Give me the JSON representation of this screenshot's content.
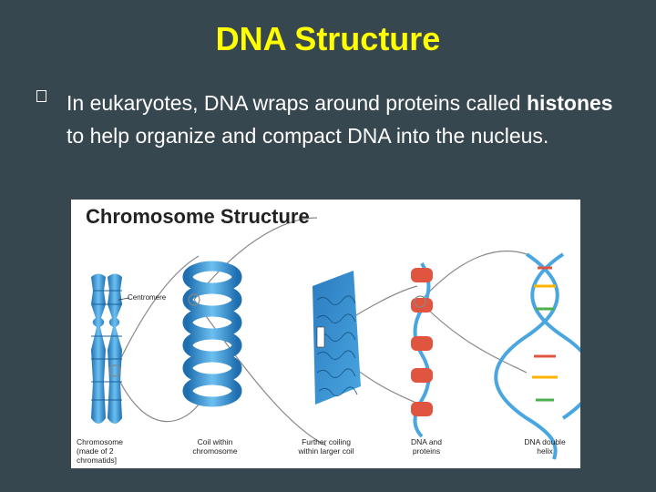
{
  "slide": {
    "title": "DNA Structure",
    "bullet": {
      "before": "In eukaryotes, DNA wraps around proteins called ",
      "bold": "histones",
      "after": " to help organize and compact DNA into the nucleus."
    }
  },
  "figure": {
    "title": "Chromosome Structure",
    "centromere_label": "Centromere",
    "captions": {
      "chromosome": "Chromosome\n(made of 2\nchromatids]",
      "coil": "Coil within\nchromosome",
      "further": "Further coiling\nwithin larger coil",
      "dna_proteins": "DNA and\nproteins",
      "double_helix": "DNA double\nhelix"
    }
  },
  "colors": {
    "background": "#37474f",
    "title": "#ffff00",
    "text": "#ffffff",
    "chromosome_blue": "#3a8fd0",
    "histone_red": "#e0553f"
  }
}
